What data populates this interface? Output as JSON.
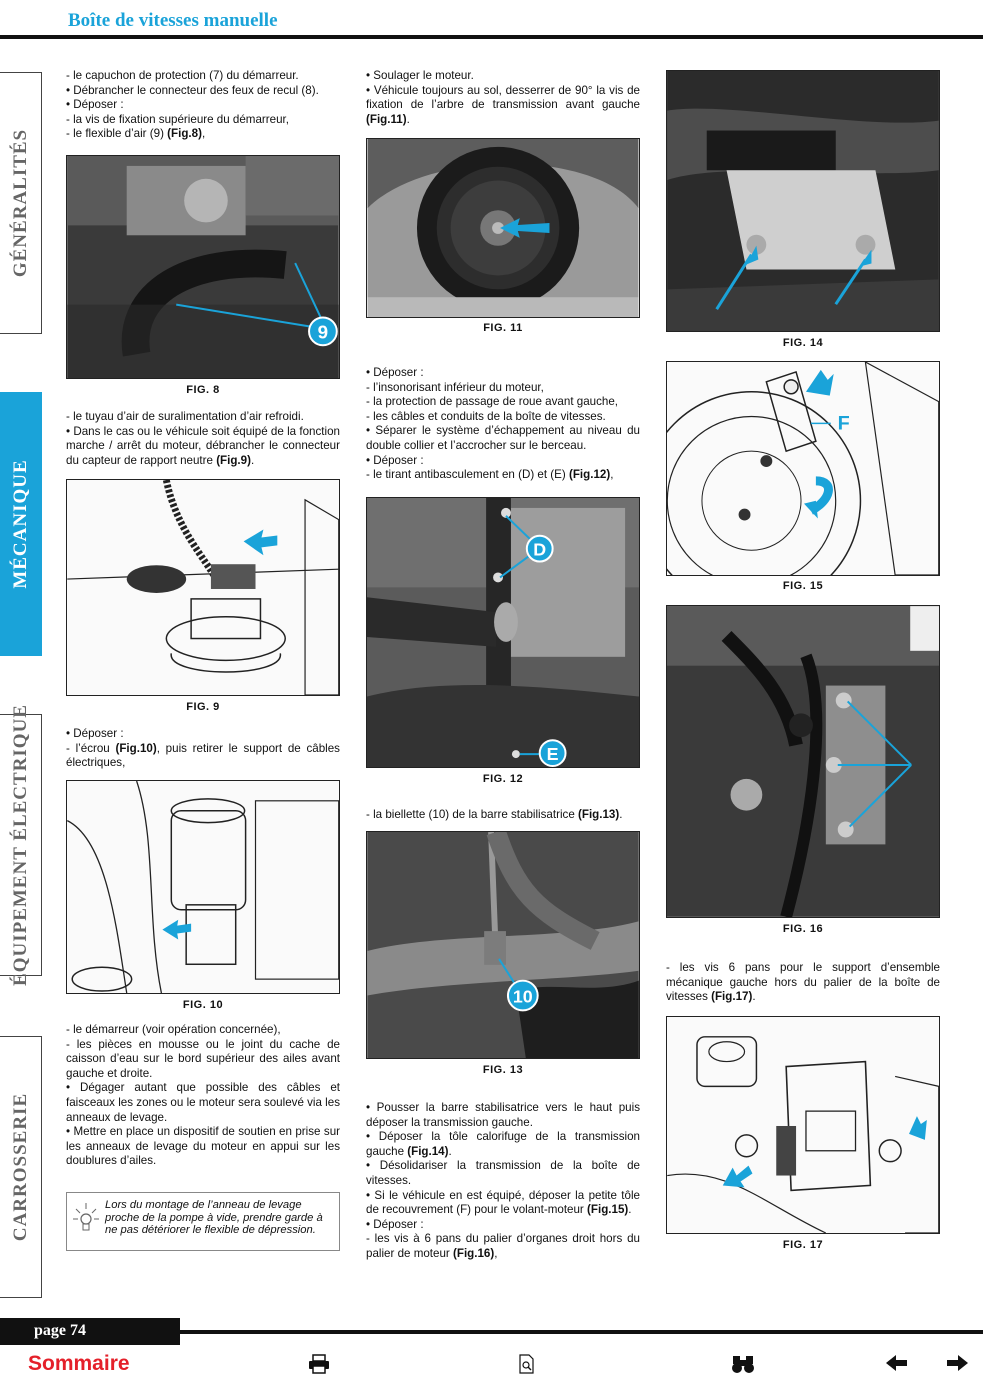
{
  "header": {
    "title": "Boîte de vitesses manuelle"
  },
  "sidebar": {
    "tabs": [
      {
        "label": "GÉNÉRALITÉS",
        "active": false
      },
      {
        "label": "MÉCANIQUE",
        "active": true
      },
      {
        "label": "ÉQUIPEMENT ÉLECTRIQUE",
        "active": false
      },
      {
        "label": "CARROSSERIE",
        "active": false
      }
    ]
  },
  "colors": {
    "accent": "#1aa3d9",
    "sommaire": "#e4202a",
    "rule": "#111111"
  },
  "col1": {
    "p1_l1": "- le capuchon de protection (7) du démarreur.",
    "p1_l2": "• Débrancher le connecteur des feux de recul (8).",
    "p1_l3": "• Déposer :",
    "p1_l4": "- la vis de fixation supérieure du démarreur,",
    "p1_l5a": "- le flexible d’air (9) ",
    "p1_l5b": "(Fig.8)",
    "p1_l5c": ",",
    "p2": "- le tuyau d’air de suralimentation d’air refroidi.",
    "p3a": "• Dans le cas ou le véhicule soit équipé de la fonction marche / arrêt du moteur, débrancher le connecteur du capteur de rapport neutre ",
    "p3b": "(Fig.9)",
    "p3c": ".",
    "p4_l1": "• Déposer :",
    "p4a": "- l’écrou ",
    "p4b": "(Fig.10)",
    "p4c": ", puis retirer le support de câbles électriques,",
    "p5": "- le démarreur (voir opération concernée),",
    "p6": "- les pièces en mousse ou le joint du cache de caisson d’eau sur le bord supérieur des ailes avant gauche et droite.",
    "p7": "• Dégager autant que possible des câbles et faisceaux les zones ou le moteur sera soulevé via les anneaux de levage.",
    "p8": "• Mettre en place un dispositif de soutien en prise sur les anneaux de levage du moteur en appui sur les doublures d’ailes.",
    "note": "Lors du montage de l’anneau de levage proche de la pompe à vide, prendre garde à ne pas détériorer le flexible de dépression."
  },
  "col2": {
    "p1": "• Soulager le moteur.",
    "p2a": "• Véhicule toujours au sol, desserrer de 90° la vis de fixation de l’arbre de transmission avant gauche ",
    "p2b": "(Fig.11)",
    "p2c": ".",
    "p3_l1": "• Déposer :",
    "p3_l2": "- l’insonorisant inférieur du moteur,",
    "p3_l3": "- la protection de passage de roue avant gauche,",
    "p3_l4": "- les câbles et conduits de la boîte de vitesses.",
    "p3_l5": "• Séparer le système d’échappement au niveau du double collier et l’accrocher sur le berceau.",
    "p3_l6": "• Déposer :",
    "p3_l7a": "- le tirant antibasculement en (D) et (E) ",
    "p3_l7b": "(Fig.12)",
    "p3_l7c": ",",
    "p4a": "- la biellette (10) de la barre stabilisatrice ",
    "p4b": "(Fig.13)",
    "p4c": ".",
    "p5": "• Pousser la barre stabilisatrice vers le haut puis déposer la transmission gauche.",
    "p6a": "• Déposer la tôle calorifuge de la transmission gauche ",
    "p6b": "(Fig.14)",
    "p6c": ".",
    "p7": "• Désolidariser la transmission de la boîte de vitesses.",
    "p8a": "• Si le véhicule en est équipé, déposer la petite tôle de recouvrement (F) pour le volant-moteur ",
    "p8b": "(Fig.15)",
    "p8c": ".",
    "p9": "• Déposer :",
    "p10a": "- les vis à 6 pans du palier d’organes droit hors du palier de moteur ",
    "p10b": "(Fig.16)",
    "p10c": ","
  },
  "col3": {
    "p1a": "- les vis 6 pans pour le support d’ensemble mécanique gauche hors du palier de la boîte de vitesses ",
    "p1b": "(Fig.17)",
    "p1c": "."
  },
  "figures": {
    "fig8": "FIG. 8",
    "fig9": "FIG. 9",
    "fig10": "FIG. 10",
    "fig11": "FIG. 11",
    "fig12": "FIG. 12",
    "fig13": "FIG. 13",
    "fig14": "FIG. 14",
    "fig15": "FIG. 15",
    "fig16": "FIG. 16",
    "fig17": "FIG. 17"
  },
  "callouts": {
    "c9": "9",
    "cD": "D",
    "cE": "E",
    "c10": "10",
    "cF": "F"
  },
  "footer": {
    "page": "page 74",
    "sommaire": "Sommaire",
    "icons": [
      "print-icon",
      "document-search-icon",
      "binoculars-icon",
      "arrow-left-icon",
      "arrow-right-icon"
    ]
  }
}
